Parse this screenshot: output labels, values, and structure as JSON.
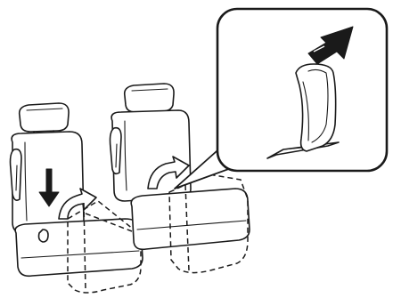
{
  "figure": {
    "background": "#ffffff",
    "line_color": "#1a1a1a",
    "elements": [
      {
        "name": "left-rear-seat",
        "role": "seat"
      },
      {
        "name": "right-rear-seat",
        "role": "seat"
      },
      {
        "name": "strap-pull-arrow",
        "role": "arrow showing strap pulled upward"
      },
      {
        "name": "seat-fold-down-arrow",
        "role": "arrow showing seatback fold down"
      },
      {
        "name": "seat-release-curved-arrow",
        "role": "curved arrow showing seat release"
      },
      {
        "name": "seat-cushion-dashed-outline",
        "role": "dashed outline of folded cushion"
      },
      {
        "name": "detail-callout",
        "role": "magnified view of release strap"
      }
    ]
  }
}
